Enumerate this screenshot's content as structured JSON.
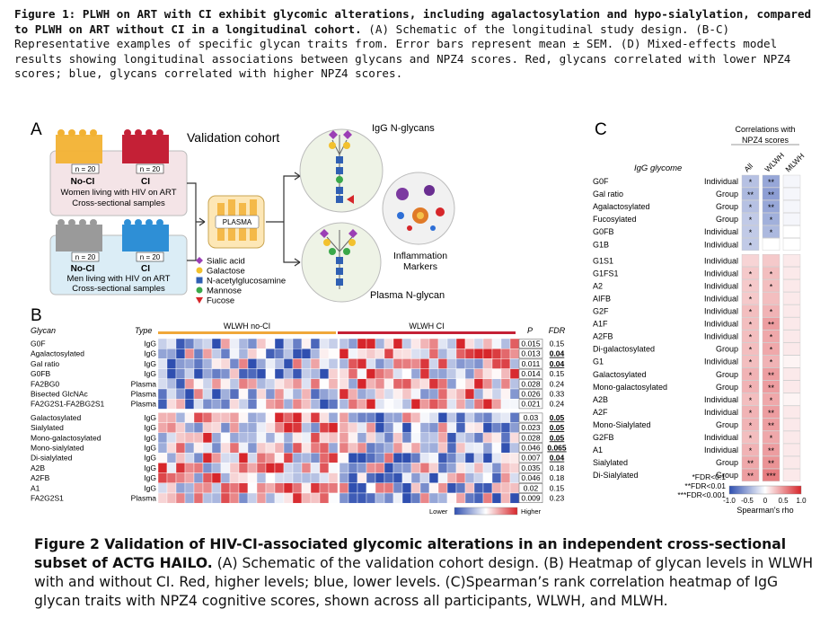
{
  "figure1": {
    "title": "Figure 1: PLWH on ART with CI exhibit glycomic alterations, including agalactosylation and hypo-sialylation, compared to PLWH on ART without CI in a longitudinal cohort.",
    "body": "(A) Schematic of the longitudinal study design. (B-C) Representative examples of specific glycan traits from. Error bars represent mean ± SEM. (D) Mixed-effects model results showing longitudinal associations between glycans and NPZ4 scores. Red, glycans correlated with lower NPZ4 scores; blue, glycans correlated with higher NPZ4 scores."
  },
  "panelA": {
    "label": "A",
    "cohort_title": "Validation cohort",
    "women": {
      "n_left": "n = 20",
      "n_right": "n = 20",
      "noci": "No-CI",
      "ci": "CI",
      "line1": "Women living with HIV on ART",
      "line2": "Cross-sectional samples"
    },
    "men": {
      "n_left": "n = 20",
      "n_right": "n = 20",
      "noci": "No-CI",
      "ci": "CI",
      "line1": "Men living with HIV on ART",
      "line2": "Cross-sectional samples"
    },
    "plasma": "PLASMA",
    "igg_title": "IgG N-glycans",
    "plasma_title": "Plasma N-glycan",
    "inflammation": [
      "Inflammation",
      "Markers"
    ],
    "legend": [
      {
        "label": "Sialic acid",
        "color": "#9b3fb5",
        "shape": "diamond"
      },
      {
        "label": "Galactose",
        "color": "#f2c12e",
        "shape": "circle"
      },
      {
        "label": "N-acetylglucosamine",
        "color": "#2f5fb3",
        "shape": "square"
      },
      {
        "label": "Mannose",
        "color": "#3aa84a",
        "shape": "circle"
      },
      {
        "label": "Fucose",
        "color": "#d6262a",
        "shape": "triangle"
      }
    ]
  },
  "panelB": {
    "label": "B",
    "col_glycan": "Glycan",
    "col_type": "Type",
    "col_p": "P",
    "col_fdr": "FDR",
    "group_noci": "WLWH no-CI",
    "group_ci": "WLWH CI",
    "scale_low": "Lower",
    "scale_high": "Higher",
    "rows": [
      {
        "glycan": "G0F",
        "type": "IgG",
        "p": "0.015",
        "fdr": "0.15",
        "bold": false
      },
      {
        "glycan": "Agalactosylated",
        "type": "IgG",
        "p": "0.013",
        "fdr": "0.04",
        "bold": true
      },
      {
        "glycan": "Gal ratio",
        "type": "IgG",
        "p": "0.011",
        "fdr": "0.04",
        "bold": true
      },
      {
        "glycan": "G0FB",
        "type": "IgG",
        "p": "0.014",
        "fdr": "0.15",
        "bold": false
      },
      {
        "glycan": "FA2BG0",
        "type": "Plasma",
        "p": "0.028",
        "fdr": "0.24",
        "bold": false
      },
      {
        "glycan": "Bisected GlcNAc",
        "type": "Plasma",
        "p": "0.026",
        "fdr": "0.33",
        "bold": false
      },
      {
        "glycan": "FA2G2S1-FA2BG2S1",
        "type": "Plasma",
        "p": "0.021",
        "fdr": "0.24",
        "bold": false
      },
      {
        "glycan": "Galactosylated",
        "type": "IgG",
        "p": "0.03",
        "fdr": "0.05",
        "bold": true
      },
      {
        "glycan": "Sialylated",
        "type": "IgG",
        "p": "0.023",
        "fdr": "0.05",
        "bold": true
      },
      {
        "glycan": "Mono-galactosylated",
        "type": "IgG",
        "p": "0.028",
        "fdr": "0.05",
        "bold": true
      },
      {
        "glycan": "Mono-sialylated",
        "type": "IgG",
        "p": "0.046",
        "fdr": "0.065",
        "bold": true
      },
      {
        "glycan": "Di-sialylated",
        "type": "IgG",
        "p": "0.007",
        "fdr": "0.04",
        "bold": true
      },
      {
        "glycan": "A2B",
        "type": "IgG",
        "p": "0.035",
        "fdr": "0.18",
        "bold": false
      },
      {
        "glycan": "A2FB",
        "type": "IgG",
        "p": "0.046",
        "fdr": "0.18",
        "bold": false
      },
      {
        "glycan": "A1",
        "type": "IgG",
        "p": "0.02",
        "fdr": "0.15",
        "bold": false
      },
      {
        "glycan": "FA2G2S1",
        "type": "Plasma",
        "p": "0.009",
        "fdr": "0.23",
        "bold": false
      }
    ]
  },
  "panelC": {
    "label": "C",
    "header": [
      "Correlations with",
      "NPZ4 scores"
    ],
    "col_glycome": "IgG glycome",
    "cols": [
      "All",
      "WLWH",
      "MLWH"
    ],
    "scale_ticks": [
      "-1.0",
      "-0.5",
      "0",
      "0.5",
      "1.0"
    ],
    "scale_title": "Spearman's rho",
    "fdr_legend": [
      "*FDR<0.1",
      "**FDR<0.01",
      "***FDR<0.001"
    ],
    "rows": [
      {
        "name": "G0F",
        "type": "Individual",
        "rho": [
          -0.35,
          -0.5,
          -0.05
        ],
        "stars": [
          "*",
          "**",
          ""
        ]
      },
      {
        "name": "Gal ratio",
        "type": "Group",
        "rho": [
          -0.4,
          -0.55,
          -0.05
        ],
        "stars": [
          "**",
          "**",
          ""
        ]
      },
      {
        "name": "Agalactosylated",
        "type": "Group",
        "rho": [
          -0.35,
          -0.5,
          -0.05
        ],
        "stars": [
          "*",
          "**",
          ""
        ]
      },
      {
        "name": "Fucosylated",
        "type": "Group",
        "rho": [
          -0.3,
          -0.45,
          -0.05
        ],
        "stars": [
          "*",
          "*",
          ""
        ]
      },
      {
        "name": "G0FB",
        "type": "Individual",
        "rho": [
          -0.3,
          -0.4,
          0
        ],
        "stars": [
          "*",
          "*",
          ""
        ]
      },
      {
        "name": "G1B",
        "type": "Individual",
        "rho": [
          -0.3,
          0,
          0
        ],
        "stars": [
          "*",
          "",
          ""
        ]
      },
      {
        "name": "G1S1",
        "type": "Individual",
        "rho": [
          0.2,
          0.25,
          0.1
        ],
        "stars": [
          "",
          "",
          ""
        ]
      },
      {
        "name": "G1FS1",
        "type": "Individual",
        "rho": [
          0.25,
          0.3,
          0.1
        ],
        "stars": [
          "*",
          "*",
          ""
        ]
      },
      {
        "name": "A2",
        "type": "Individual",
        "rho": [
          0.25,
          0.3,
          0.1
        ],
        "stars": [
          "*",
          "*",
          ""
        ]
      },
      {
        "name": "AIFB",
        "type": "Individual",
        "rho": [
          0.25,
          0.3,
          0.1
        ],
        "stars": [
          "*",
          "",
          ""
        ]
      },
      {
        "name": "G2F",
        "type": "Individual",
        "rho": [
          0.3,
          0.35,
          0.1
        ],
        "stars": [
          "*",
          "*",
          ""
        ]
      },
      {
        "name": "A1F",
        "type": "Individual",
        "rho": [
          0.3,
          0.45,
          0.1
        ],
        "stars": [
          "*",
          "**",
          ""
        ]
      },
      {
        "name": "A2FB",
        "type": "Individual",
        "rho": [
          0.3,
          0.4,
          0.1
        ],
        "stars": [
          "*",
          "*",
          ""
        ]
      },
      {
        "name": "Di-galactosylated",
        "type": "Group",
        "rho": [
          0.3,
          0.4,
          0.1
        ],
        "stars": [
          "*",
          "*",
          ""
        ]
      },
      {
        "name": "G1",
        "type": "Individual",
        "rho": [
          0.3,
          0.35,
          0.05
        ],
        "stars": [
          "*",
          "*",
          ""
        ]
      },
      {
        "name": "Galactosylated",
        "type": "Group",
        "rho": [
          0.35,
          0.45,
          0.1
        ],
        "stars": [
          "*",
          "**",
          ""
        ]
      },
      {
        "name": "Mono-galactosylated",
        "type": "Group",
        "rho": [
          0.35,
          0.45,
          0.1
        ],
        "stars": [
          "*",
          "**",
          ""
        ]
      },
      {
        "name": "A2B",
        "type": "Individual",
        "rho": [
          0.3,
          0.4,
          0.05
        ],
        "stars": [
          "*",
          "*",
          ""
        ]
      },
      {
        "name": "A2F",
        "type": "Individual",
        "rho": [
          0.35,
          0.45,
          0.1
        ],
        "stars": [
          "*",
          "**",
          ""
        ]
      },
      {
        "name": "Mono-Sialylated",
        "type": "Group",
        "rho": [
          0.35,
          0.45,
          0.1
        ],
        "stars": [
          "*",
          "**",
          ""
        ]
      },
      {
        "name": "G2FB",
        "type": "Individual",
        "rho": [
          0.3,
          0.4,
          0.1
        ],
        "stars": [
          "*",
          "*",
          ""
        ]
      },
      {
        "name": "A1",
        "type": "Individual",
        "rho": [
          0.35,
          0.45,
          0.1
        ],
        "stars": [
          "*",
          "**",
          ""
        ]
      },
      {
        "name": "Sialylated",
        "type": "Group",
        "rho": [
          0.4,
          0.5,
          0.1
        ],
        "stars": [
          "**",
          "**",
          ""
        ]
      },
      {
        "name": "Di-Sialylated",
        "type": "Group",
        "rho": [
          0.45,
          0.6,
          0.1
        ],
        "stars": [
          "**",
          "***",
          ""
        ]
      }
    ]
  },
  "figure2": {
    "title": "Figure 2 Validation of HIV-CI-associated glycomic alterations in an independent cross-sectional subset of ACTG HAILO.",
    "body": "(A) Schematic of the validation cohort design. (B) Heatmap of glycan levels in WLWH with and without CI. Red, higher levels; blue, lower levels. (C)Spearman’s rank correlation heatmap of IgG glycan traits with NPZ4 cognitive scores, shown across all participants, WLWH, and MLWH."
  },
  "colors": {
    "red": "#d7262b",
    "blue": "#2f5fb3",
    "orange": "#f0a83a",
    "ci_red": "#c42036",
    "women_bg": "#f2e2e4",
    "men_bg": "#d9ecf5"
  }
}
